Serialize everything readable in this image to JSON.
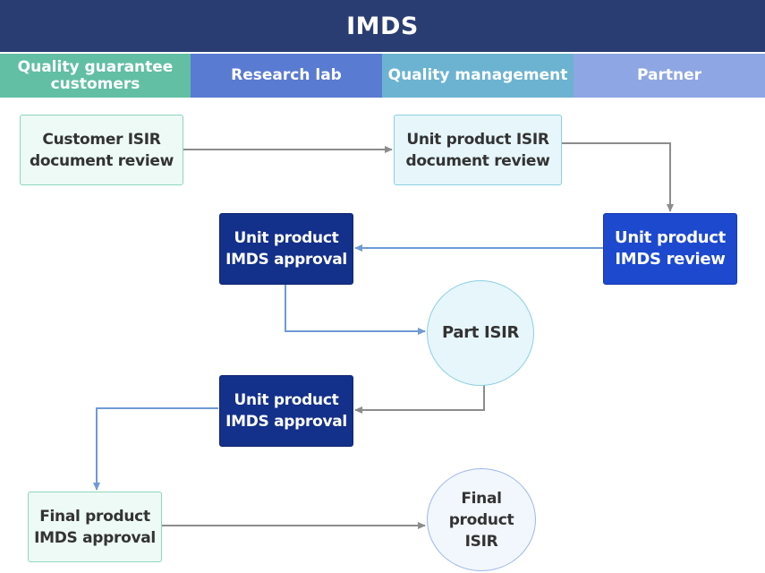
{
  "title": "IMDS",
  "lanes": [
    {
      "label": "Quality guarantee\ncustomers"
    },
    {
      "label": "Research lab"
    },
    {
      "label": "Quality management"
    },
    {
      "label": "Partner"
    }
  ],
  "nodes": {
    "customer_isir": {
      "label": "Customer ISIR\ndocument review"
    },
    "unit_isir": {
      "label": "Unit product ISIR\ndocument review"
    },
    "unit_imds_review": {
      "label": "Unit product\nIMDS review"
    },
    "unit_imds_approval_1": {
      "label": "Unit product\nIMDS approval"
    },
    "part_isir": {
      "label": "Part ISIR"
    },
    "unit_imds_approval_2": {
      "label": "Unit product\nIMDS approval"
    },
    "final_imds_approval": {
      "label": "Final product\nIMDS approval"
    },
    "final_isir": {
      "label": "Final product\nISIR"
    }
  },
  "colors": {
    "arrow_gray": "#8c8c8c",
    "arrow_blue": "#6f9ad6"
  }
}
